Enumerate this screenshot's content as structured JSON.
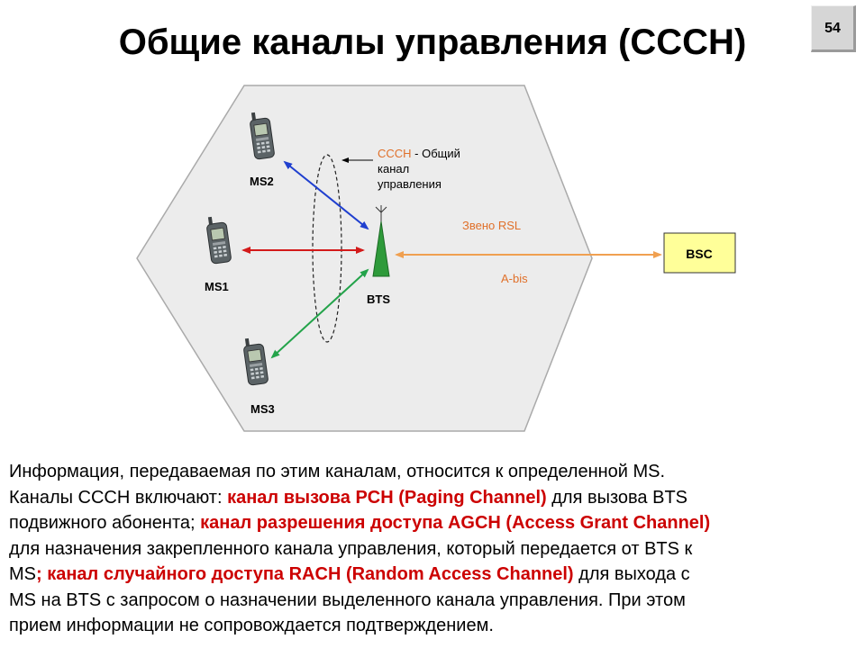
{
  "title": "Общие каналы управления (CCCH)",
  "slide_number": "54",
  "diagram": {
    "ms2_label": "MS2",
    "ms1_label": "MS1",
    "ms3_label": "MS3",
    "bts_label": "BTS",
    "bsc_label": "BSC",
    "ccch_label_red": "CCCH",
    "ccch_label_line1_rest": " - Общий",
    "ccch_label_line2": "канал",
    "ccch_label_line3": "управления",
    "rsl_label": "Звено RSL",
    "abis_label": "A-bis",
    "colors": {
      "hexagon_fill": "#ececec",
      "ms2_arrow": "#1f3fcf",
      "ms1_arrow": "#d31a1a",
      "ms3_arrow": "#23a34a",
      "bts_fill": "#2e9a3a",
      "link_arrow": "#f0a050",
      "bsc_fill": "#ffff99",
      "annotation_orange": "#e0702a"
    }
  },
  "text": {
    "l1": "Информация, передаваемая по этим каналам,  относится к определенной MS.",
    "l2a": "Каналы CCCH включают: ",
    "l2b": "канал вызова PCH (Paging Channel)",
    "l2c": " для вызова BTS",
    "l3a": "подвижного абонента; ",
    "l3b": "канал разрешения доступа AGCH (Access Grant Channel)",
    "l4": "для назначения закрепленного канала управления, который передается от BTS к",
    "l5a": "MS",
    "l5b": "; канал случайного доступа RACH (Random Access Channel)",
    "l5c": " для выхода с",
    "l6": "MS на BTS с запросом о назначении выделенного канала управления.  При этом",
    "l7": "прием информации не сопровождается подтверждением."
  }
}
